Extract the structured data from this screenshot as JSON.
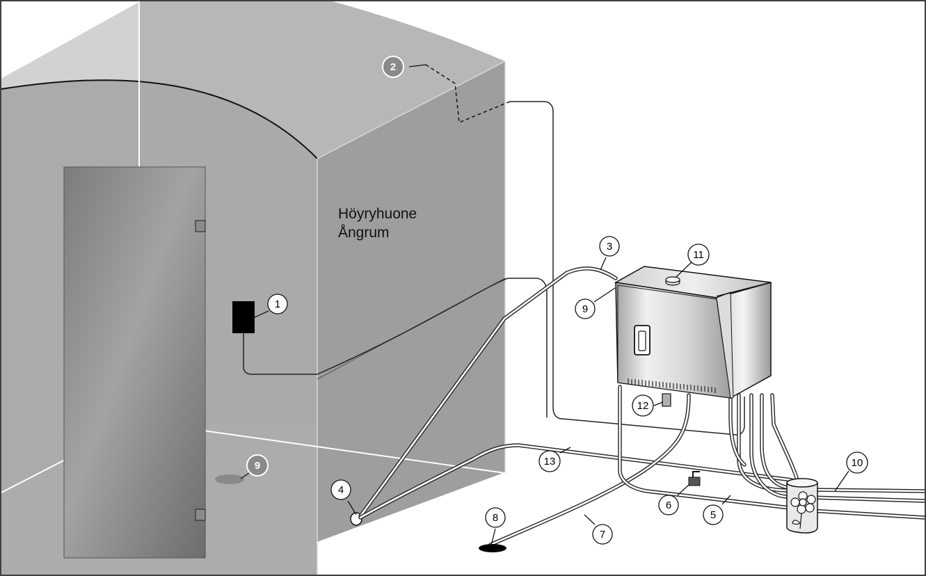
{
  "room_label": {
    "line1": "Höyryhuone",
    "line2": "Ångrum"
  },
  "callouts": [
    {
      "id": "c1",
      "label": "1",
      "style": "outline"
    },
    {
      "id": "c2",
      "label": "2",
      "style": "filled"
    },
    {
      "id": "c3",
      "label": "3",
      "style": "outline"
    },
    {
      "id": "c4",
      "label": "4",
      "style": "outline"
    },
    {
      "id": "c5",
      "label": "5",
      "style": "outline"
    },
    {
      "id": "c6",
      "label": "6",
      "style": "outline"
    },
    {
      "id": "c7",
      "label": "7",
      "style": "outline"
    },
    {
      "id": "c8",
      "label": "8",
      "style": "outline"
    },
    {
      "id": "c9a",
      "label": "9",
      "style": "outline"
    },
    {
      "id": "c9b",
      "label": "9",
      "style": "filled"
    },
    {
      "id": "c10",
      "label": "10",
      "style": "outline"
    },
    {
      "id": "c11",
      "label": "11",
      "style": "outline"
    },
    {
      "id": "c12",
      "label": "12",
      "style": "outline"
    },
    {
      "id": "c13",
      "label": "13",
      "style": "outline"
    }
  ],
  "colors": {
    "filled_marker": "#8a8a8a",
    "room_wall": "#b7b7b7",
    "door_glass": "#8e8e8e"
  }
}
